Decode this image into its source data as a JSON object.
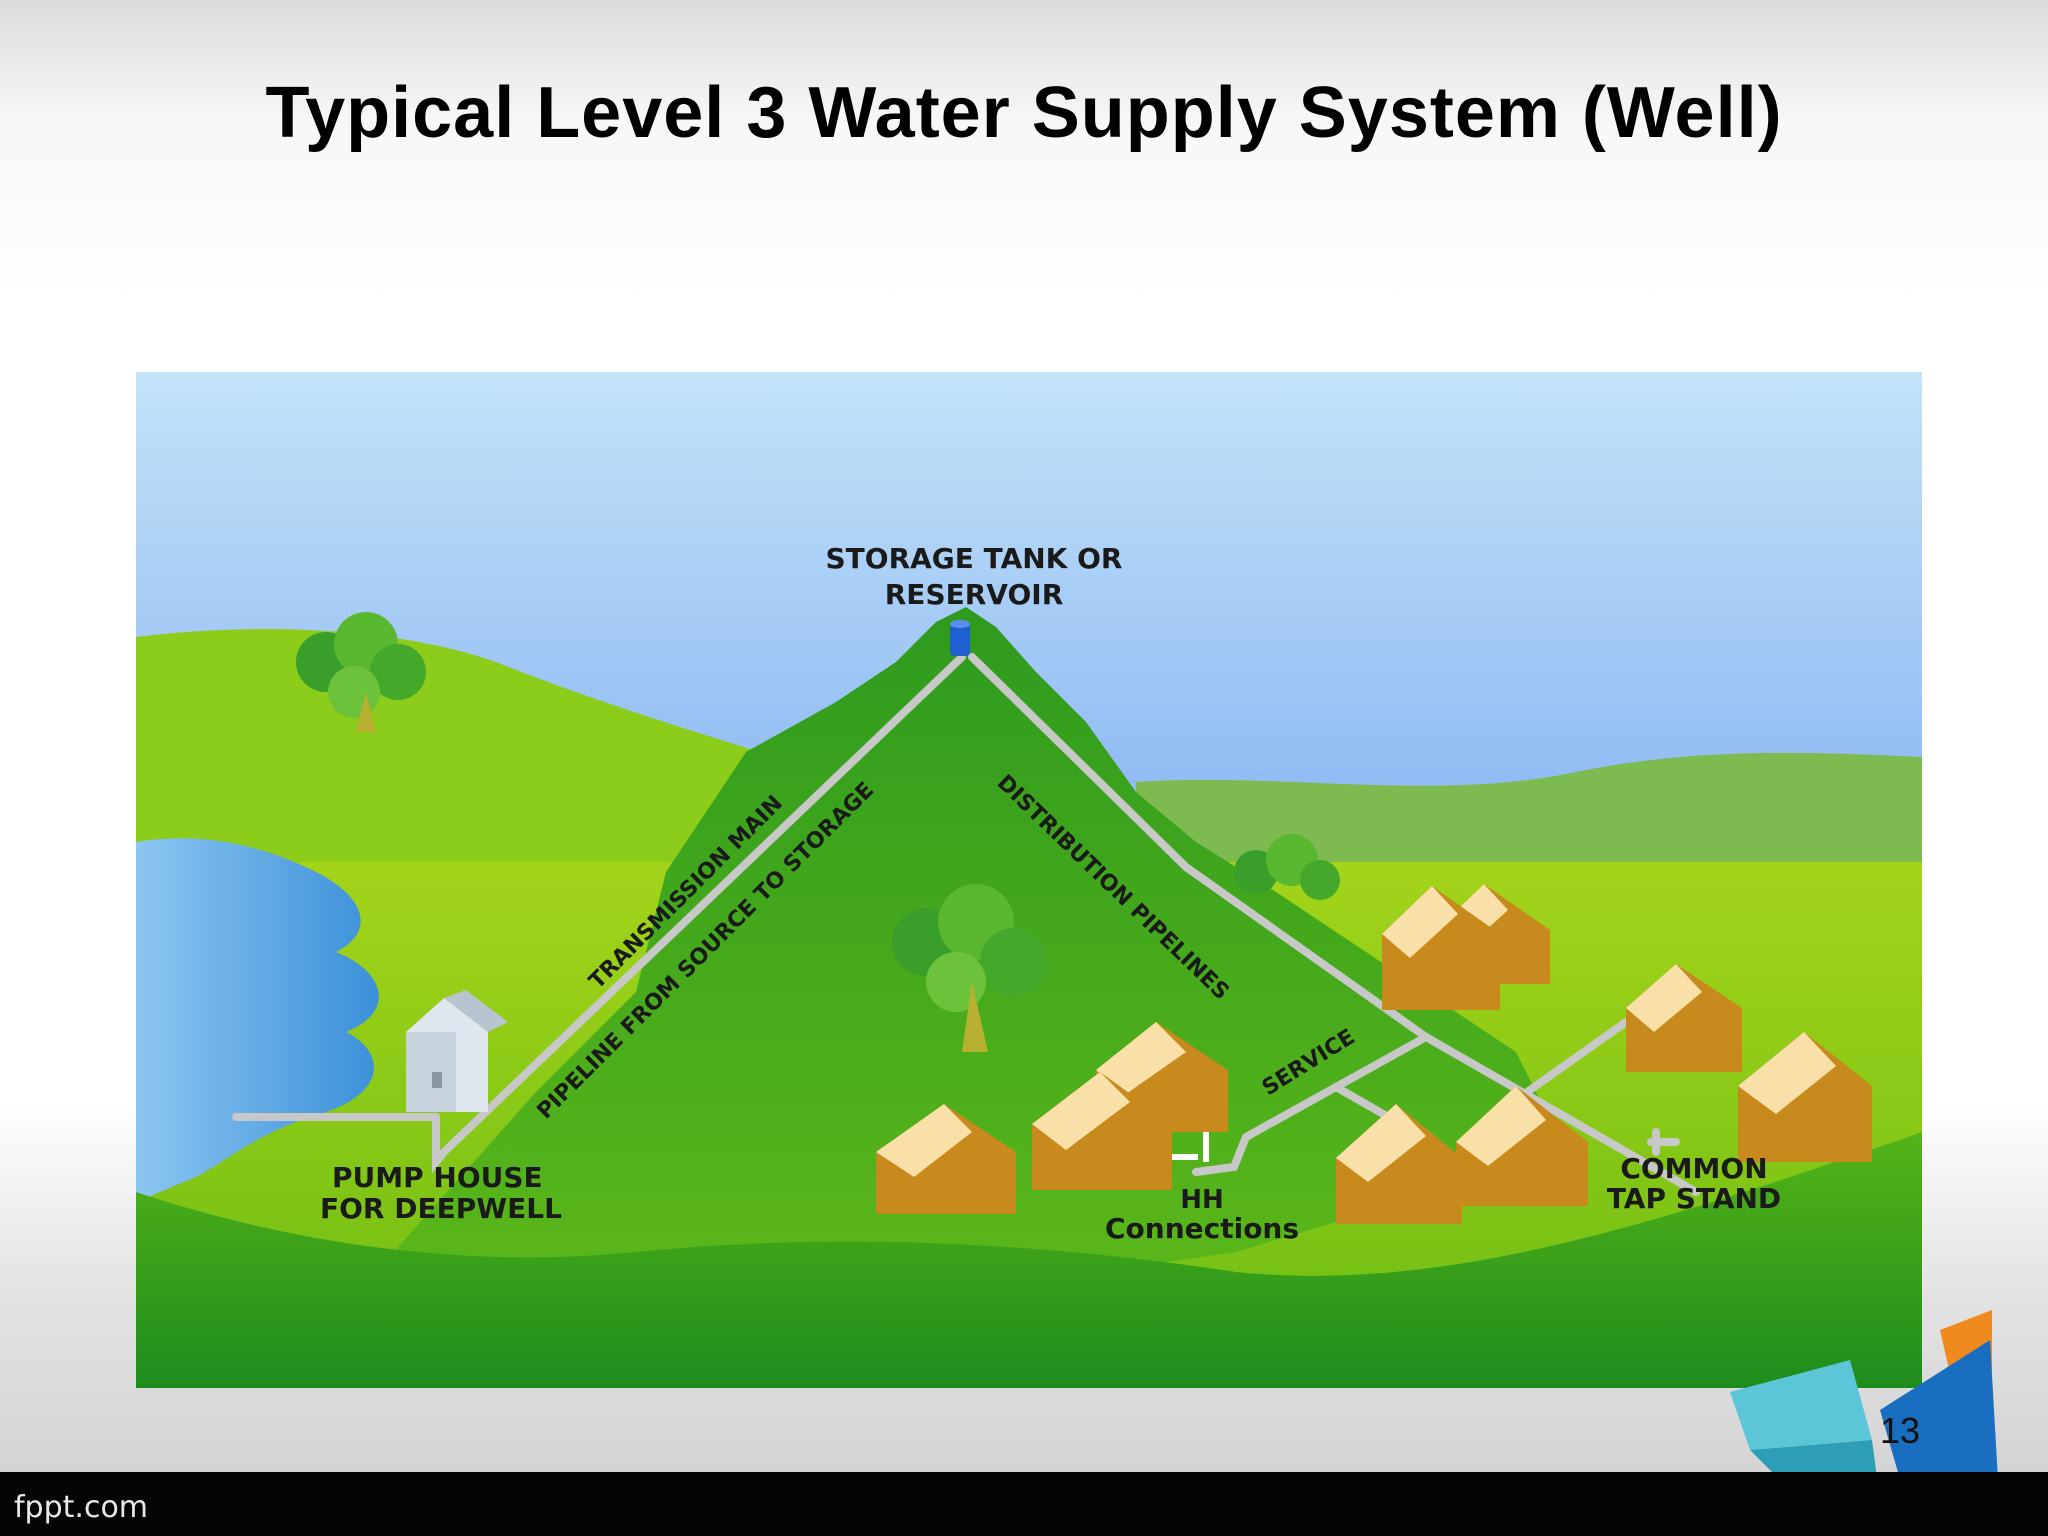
{
  "slide": {
    "title": "Typical Level 3 Water Supply System (Well)",
    "page_number": "13",
    "footer_brand": "fppt.com"
  },
  "diagram": {
    "labels": {
      "storage_line1": "STORAGE TANK OR",
      "storage_line2": "RESERVOIR",
      "transmission_main": "TRANSMISSION MAIN",
      "pipeline_source": "PIPELINE FROM SOURCE TO STORAGE",
      "distribution": "DISTRIBUTION PIPELINES",
      "service": "SERVICE",
      "pump_line1": "PUMP HOUSE",
      "pump_line2": "FOR DEEPWELL",
      "hh_line1": "HH",
      "hh_line2": "Connections",
      "tap_line1": "COMMON",
      "tap_line2": "TAP STAND"
    }
  },
  "colors": {
    "sky_top": "#bfe0f7",
    "sky_bottom": "#6fa3f0",
    "hill_dark": "#2f9a1e",
    "grass_light": "#9dd01a",
    "water": "#6fb4e8",
    "pipe": "#c8c8c8",
    "house_wall": "#c88a1c",
    "house_roof": "#f8e0a8",
    "tank": "#1f5fd0"
  }
}
